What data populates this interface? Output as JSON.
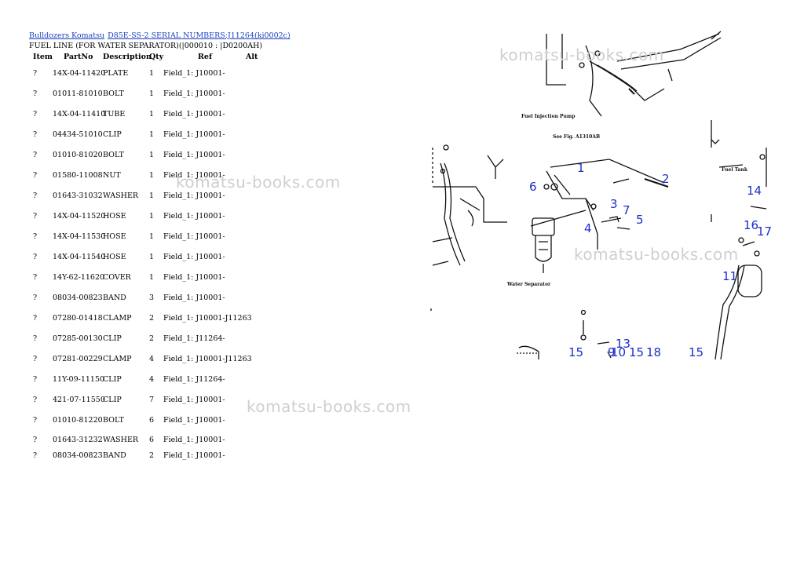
{
  "breadcrumb": {
    "link1": "Bulldozers Komatsu",
    "link2": "D85E-SS-2 SERIAL NUMBERS:J11264(ki0002c)"
  },
  "subtitle": "FUEL LINE (FOR WATER SEPARATOR)(|000010 : |D0200AH)",
  "table": {
    "headers": {
      "item": "Item",
      "partno": "PartNo",
      "description": "Description",
      "qty": "Qty",
      "ref": "Ref",
      "alt": "Alt"
    },
    "rows": [
      {
        "item": "?",
        "partno": "14X-04-11420",
        "description": "PLATE",
        "qty": "1",
        "ref": "Field_1: J10001-"
      },
      {
        "item": "?",
        "partno": "01011-81010",
        "description": "BOLT",
        "qty": "1",
        "ref": "Field_1: J10001-"
      },
      {
        "item": "?",
        "partno": "14X-04-11410",
        "description": "TUBE",
        "qty": "1",
        "ref": "Field_1: J10001-"
      },
      {
        "item": "?",
        "partno": "04434-51010",
        "description": "CLIP",
        "qty": "1",
        "ref": "Field_1: J10001-"
      },
      {
        "item": "?",
        "partno": "01010-81020",
        "description": "BOLT",
        "qty": "1",
        "ref": "Field_1: J10001-"
      },
      {
        "item": "?",
        "partno": "01580-11008",
        "description": "NUT",
        "qty": "1",
        "ref": "Field_1: J10001-"
      },
      {
        "item": "?",
        "partno": "01643-31032",
        "description": "WASHER",
        "qty": "1",
        "ref": "Field_1: J10001-"
      },
      {
        "item": "?",
        "partno": "14X-04-11520",
        "description": "HOSE",
        "qty": "1",
        "ref": "Field_1: J10001-"
      },
      {
        "item": "?",
        "partno": "14X-04-11530",
        "description": "HOSE",
        "qty": "1",
        "ref": "Field_1: J10001-"
      },
      {
        "item": "?",
        "partno": "14X-04-11540",
        "description": "HOSE",
        "qty": "1",
        "ref": "Field_1: J10001-"
      },
      {
        "item": "?",
        "partno": "14Y-62-11620",
        "description": "COVER",
        "qty": "1",
        "ref": "Field_1: J10001-"
      },
      {
        "item": "?",
        "partno": "08034-00823",
        "description": "BAND",
        "qty": "3",
        "ref": "Field_1: J10001-"
      },
      {
        "item": "?",
        "partno": "07280-01418",
        "description": "CLAMP",
        "qty": "2",
        "ref": "Field_1: J10001-J11263"
      },
      {
        "item": "?",
        "partno": "07285-00130",
        "description": "CLIP",
        "qty": "2",
        "ref": "Field_1: J11264-"
      },
      {
        "item": "?",
        "partno": "07281-00229",
        "description": "CLAMP",
        "qty": "4",
        "ref": "Field_1: J10001-J11263"
      },
      {
        "item": "?",
        "partno": "11Y-09-11150",
        "description": "CLIP",
        "qty": "4",
        "ref": "Field_1: J11264-"
      },
      {
        "item": "?",
        "partno": "421-07-11550",
        "description": "CLIP",
        "qty": "7",
        "ref": "Field_1: J10001-"
      },
      {
        "item": "?",
        "partno": "01010-81220",
        "description": "BOLT",
        "qty": "6",
        "ref": "Field_1: J10001-"
      },
      {
        "item": "?",
        "partno": "01643-31232",
        "description": "WASHER",
        "qty": "6",
        "ref": "Field_1: J10001-"
      },
      {
        "item": "?",
        "partno": "08034-00823",
        "description": "BAND",
        "qty": "2",
        "ref": "Field_1: J10001-"
      }
    ]
  },
  "watermark": "komatsu-books.com",
  "diagram": {
    "captions": {
      "fuel_injection_pump": "Fuel Injection Pump",
      "see_fig": "See Fig. A1310AB",
      "water_separator": "Water Separator",
      "fuel_tank": "Fuel Tank"
    },
    "callouts": [
      "1",
      "2",
      "3",
      "4",
      "5",
      "6",
      "7",
      "11",
      "13",
      "14",
      "15",
      "16",
      "17",
      "18",
      "9",
      "10"
    ]
  }
}
